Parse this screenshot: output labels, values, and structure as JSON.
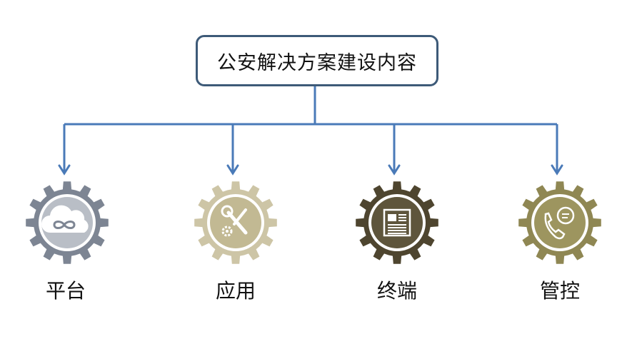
{
  "root": {
    "label": "公安解决方案建设内容"
  },
  "children": [
    {
      "label": "平台",
      "icon": "cloud-link-icon",
      "gear_color": "#7d8593",
      "inner_color": "#b9bec6"
    },
    {
      "label": "应用",
      "icon": "wrench-screwdriver-gear-icon",
      "gear_color": "#cdc5a6",
      "inner_color": "#c2b993"
    },
    {
      "label": "终端",
      "icon": "document-newspaper-icon",
      "gear_color": "#4e452f",
      "inner_color": "#5e553c"
    },
    {
      "label": "管控",
      "icon": "phone-chat-icon",
      "gear_color": "#8f8753",
      "inner_color": "#9d955f"
    }
  ],
  "colors": {
    "connector": "#4a7ab8",
    "box_border": "#3d5a78"
  }
}
